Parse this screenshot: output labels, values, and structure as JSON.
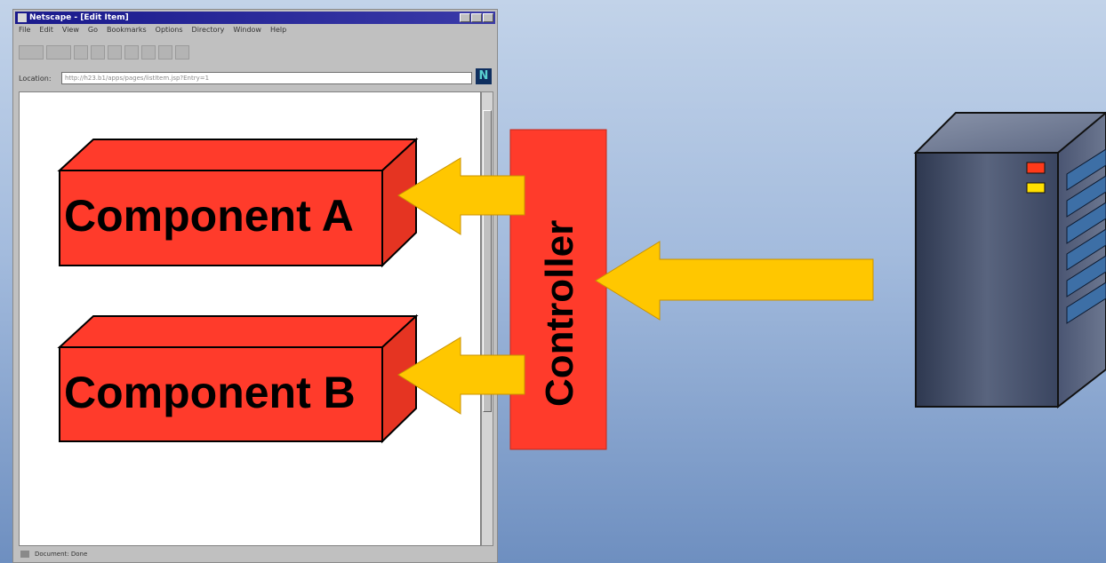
{
  "browser": {
    "title": "Netscape - [Edit Item]",
    "menu": [
      "File",
      "Edit",
      "View",
      "Go",
      "Bookmarks",
      "Options",
      "Directory",
      "Window",
      "Help"
    ],
    "location_label": "Location:",
    "location_value": "http://h23.b1/apps/pages/listItem.jsp?Entry=1",
    "status_text": "Document: Done",
    "logo": "N"
  },
  "diagram": {
    "component_a": "Component A",
    "component_b": "Component B",
    "controller": "Controller"
  },
  "colors": {
    "box": "#ff3b2b",
    "arrow": "#ffc700",
    "server_body": "#3e4a64",
    "led_red": "#ff3a1a",
    "led_yellow": "#ffe000"
  }
}
